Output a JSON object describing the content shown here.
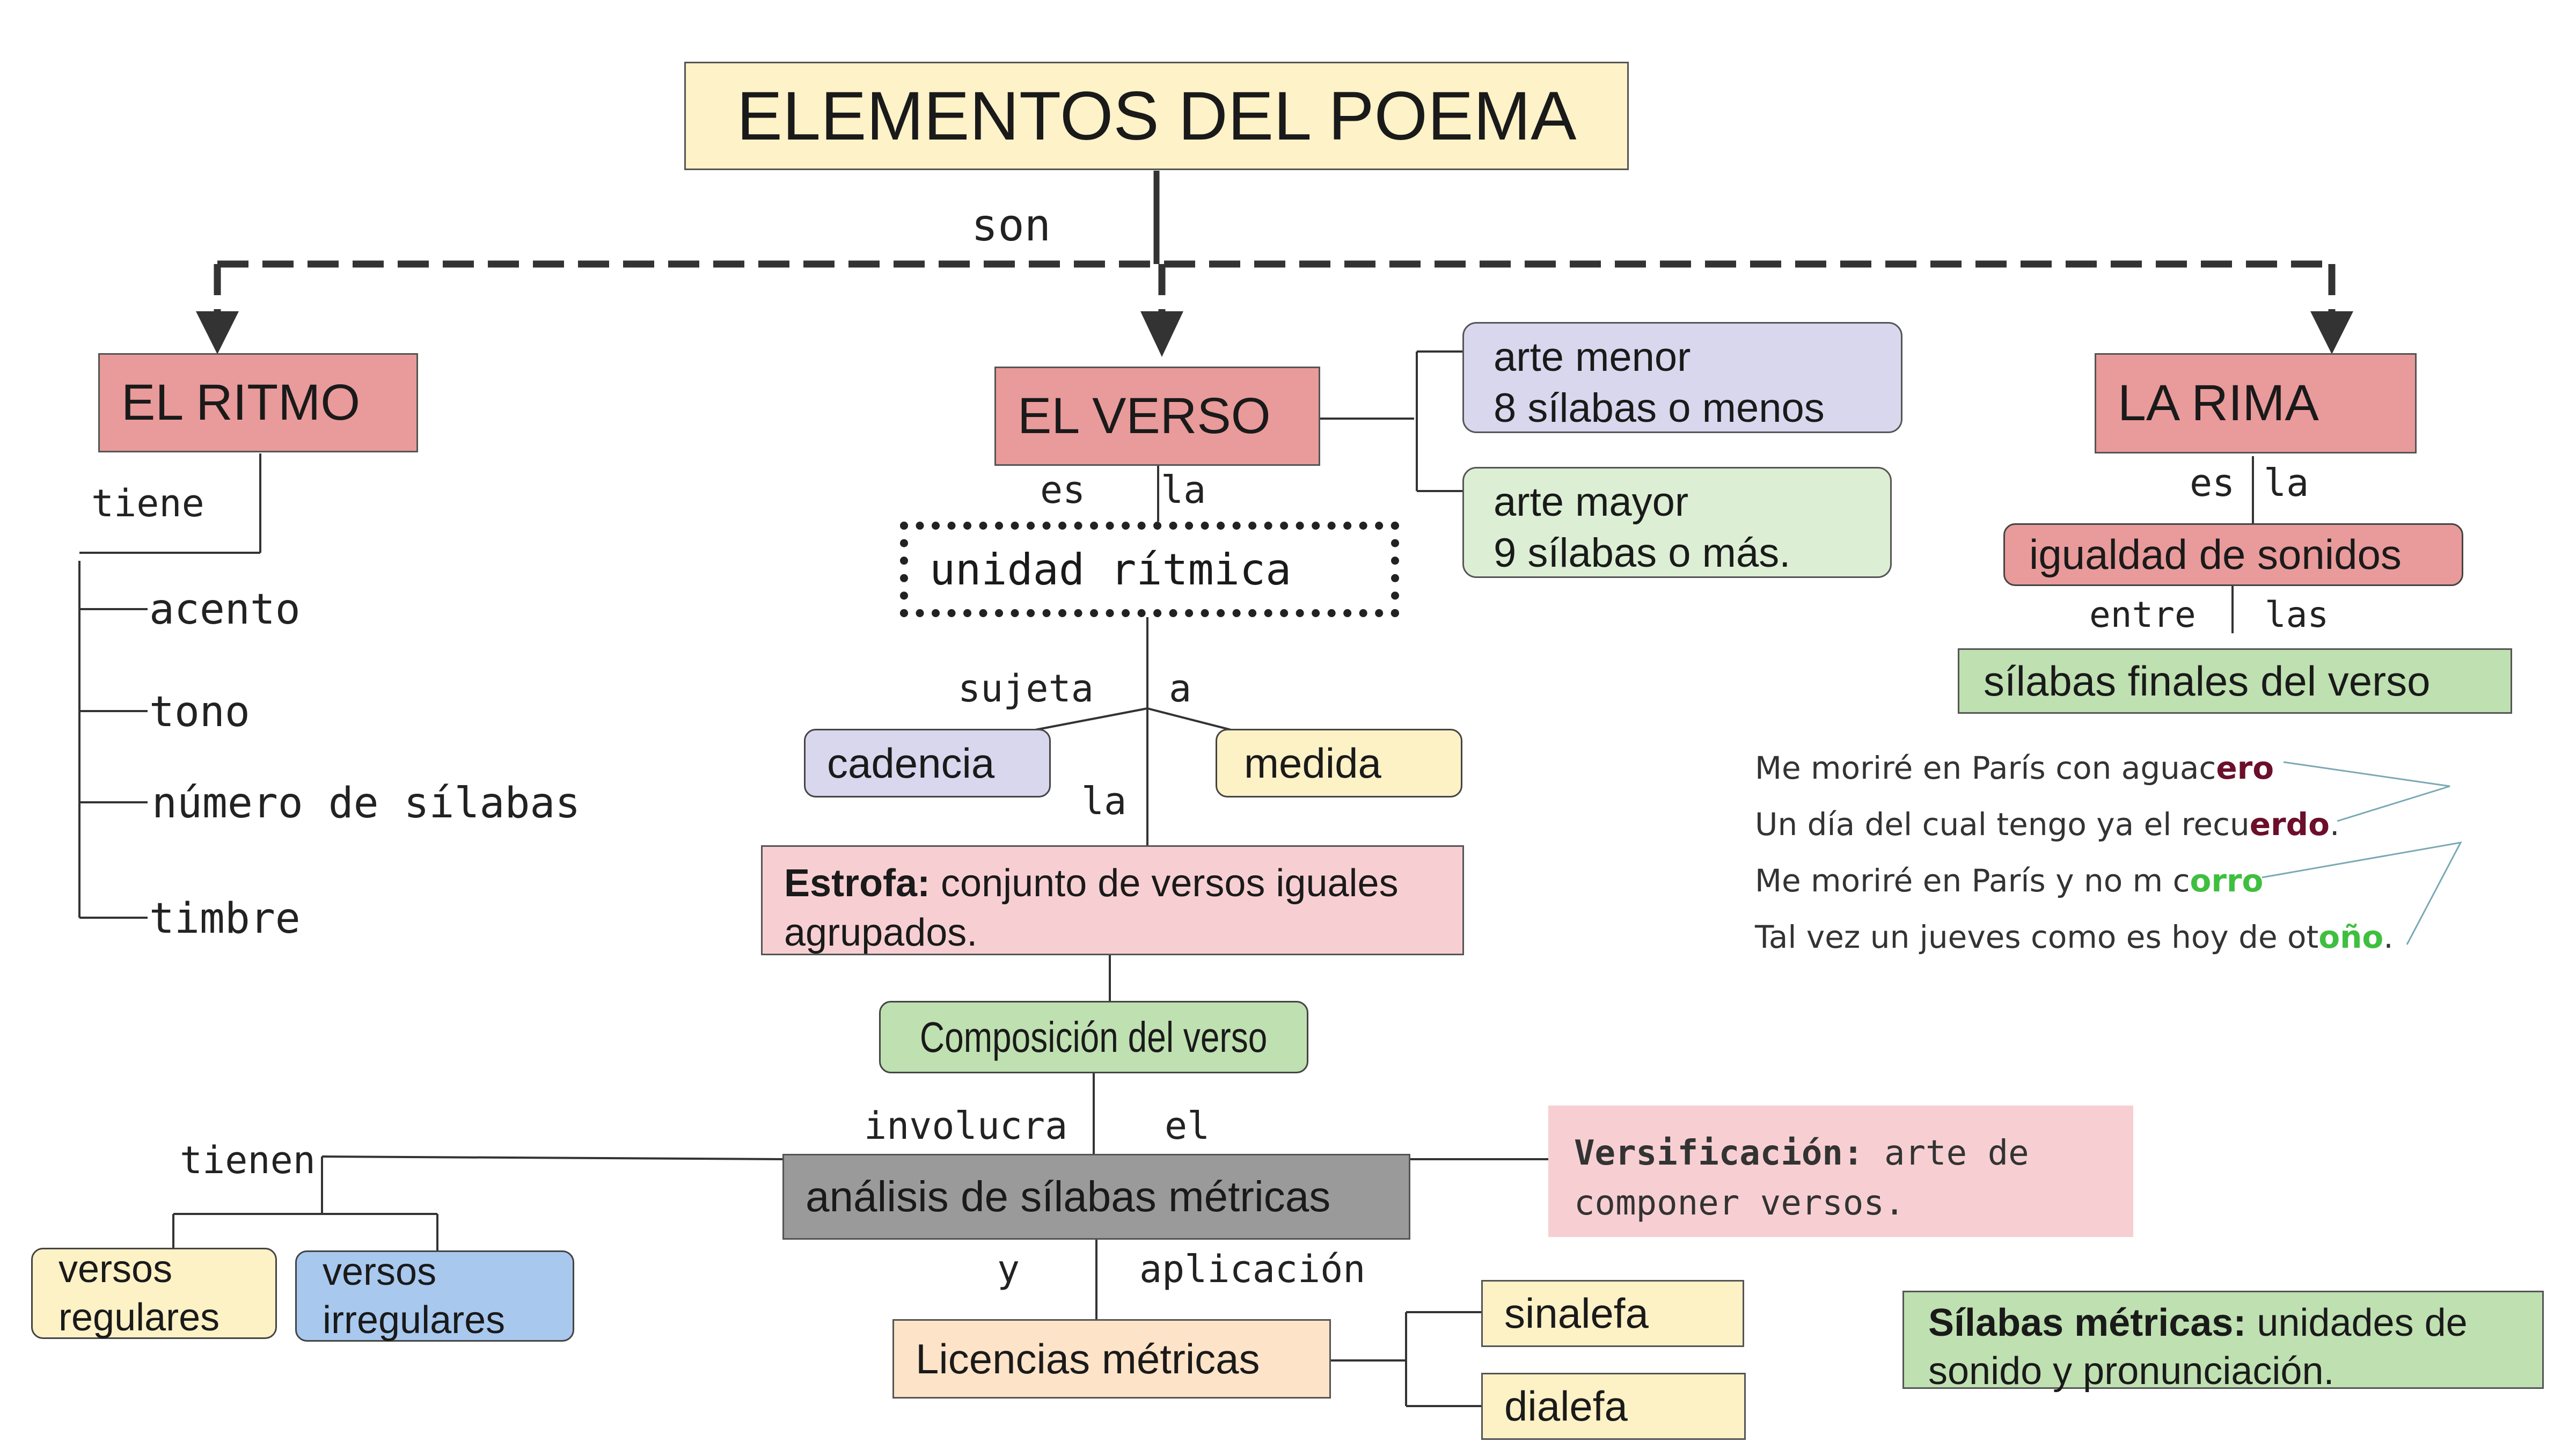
{
  "title": "ELEMENTOS DEL POEMA",
  "connector_son": "son",
  "ritmo": {
    "title": "EL RITMO",
    "link": "tiene",
    "items": [
      "acento",
      "tono",
      "número de sílabas",
      "timbre"
    ]
  },
  "verso": {
    "title": "EL VERSO",
    "link_es": "es",
    "link_la": "la",
    "unidad": "unidad rítmica",
    "arte_menor": {
      "line1": "arte menor",
      "line2": "8 sílabas o menos"
    },
    "arte_mayor": {
      "line1": "arte mayor",
      "line2": "9 sílabas o más."
    },
    "link_sujeta": "sujeta",
    "link_a": "a",
    "cadencia": "cadencia",
    "medida": "medida",
    "link_la2": "la",
    "estrofa_term": "Estrofa:",
    "estrofa_def": " conjunto de versos iguales agrupados.",
    "composicion": "Composición del verso",
    "link_involucra": "involucra",
    "link_el": "el",
    "analisis": "análisis de sílabas métricas",
    "link_tienen": "tienen",
    "versos_regulares": "versos regulares",
    "versos_irregulares": "versos irregulares",
    "link_y": "y",
    "link_aplicacion": "aplicación",
    "licencias": "Licencias métricas",
    "sinalefa": "sinalefa",
    "dialefa": "dialefa",
    "versificacion_term": "Versificación:",
    "versificacion_def": " arte de componer versos."
  },
  "rima": {
    "title": "LA RIMA",
    "link_es": "es",
    "link_la": "la",
    "igualdad": "igualdad de sonidos",
    "link_entre": "entre",
    "link_las": "las",
    "silabas_finales": "sílabas finales del verso",
    "poem": [
      {
        "pre": "Me moriré en París con aguac",
        "hl": "ero",
        "post": ""
      },
      {
        "pre": "Un día del cual tengo ya el recu",
        "hl": "erdo",
        "post": "."
      },
      {
        "pre": "Me moriré en París y no m c",
        "hl": "orro",
        "post": ""
      },
      {
        "pre": "Tal vez un jueves como es hoy de ot",
        "hl": "oño",
        "post": "."
      }
    ]
  },
  "silabas_metricas_term": "Sílabas métricas:",
  "silabas_metricas_def": " unidades de sonido y pronunciación.",
  "colors": {
    "title_bg": "#fdf2c8",
    "red_box": "#e99a9a",
    "pink_box": "#f7cfd2",
    "lavender_box": "#d9d7ee",
    "green_box": "#bfe0b1",
    "light_green_box": "#dcefd4",
    "yellow_box": "#fdf1c6",
    "blue_box": "#a8c8ee",
    "gray_box": "#9a9a9a",
    "peach_box": "#fde3c8",
    "rhyme_dark": "#6b0f2b",
    "rhyme_green": "#3fbf3f"
  }
}
